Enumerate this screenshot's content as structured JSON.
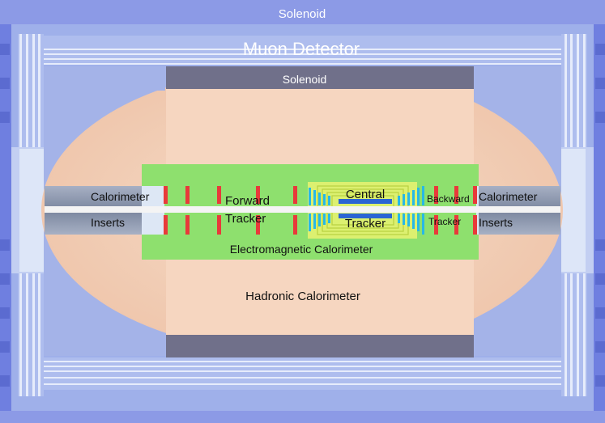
{
  "diagram": {
    "labels": {
      "outer_solenoid": "Solenoid",
      "muon_detector": "Muon Detector",
      "inner_solenoid": "Solenoid",
      "calorimeter_left": "Calorimeter",
      "inserts_left": "Inserts",
      "calorimeter_right": "Calorimeter",
      "inserts_right": "Inserts",
      "forward_tracker_1": "Forward",
      "forward_tracker_2": "Tracker",
      "central_tracker_1": "Central",
      "central_tracker_2": "Tracker",
      "backward_tracker_1": "Backward",
      "backward_tracker_2": "Tracker",
      "em_calorimeter": "Electromagnetic Calorimeter",
      "hadronic_calorimeter": "Hadronic Calorimeter"
    },
    "colors": {
      "outer_frame": "#6f7fe0",
      "muon_region": "#9fb0ea",
      "muon_layers": "#c9d4f4",
      "solenoid": "#70708a",
      "hadronic": "#f2cdb4",
      "em_calorimeter": "#8ee06e",
      "tracker_bg": "#dcf070",
      "tracker_layers": "#27b8e6",
      "red_disks": "#e83a3a",
      "beam_pipe": "#f4f4f4",
      "inserts": "#8e9ab0",
      "insert_light": "#dde7f5",
      "central_blue": "#2a64d4",
      "interaction_point": "#f08a20"
    }
  }
}
